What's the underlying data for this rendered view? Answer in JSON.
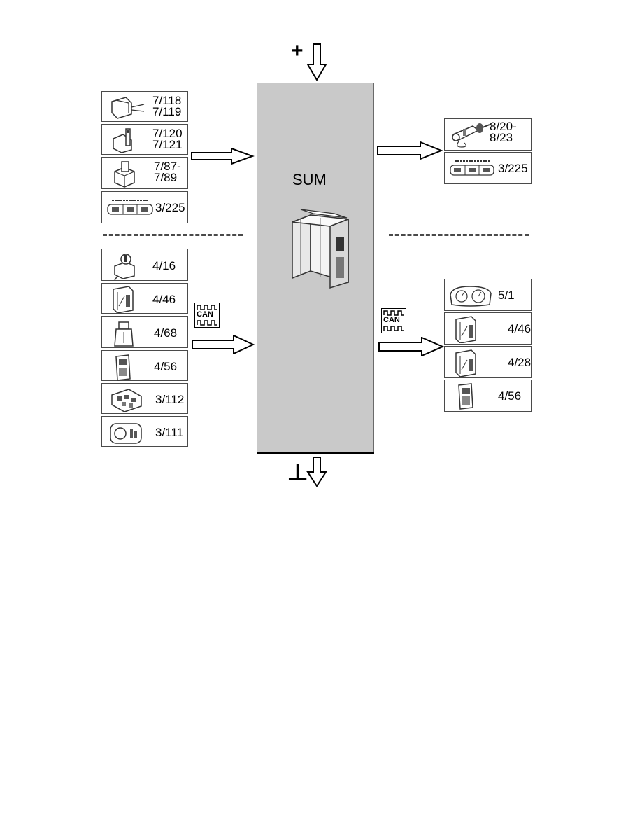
{
  "center": {
    "label": "SUM"
  },
  "power": {
    "plus_symbol": "+"
  },
  "ground": {
    "symbol": "⊥"
  },
  "bus": {
    "label": "CAN"
  },
  "left_upper_items": [
    {
      "label": "7/118\n7/119",
      "icon": "connector-plug-icon"
    },
    {
      "label": "7/120\n7/121",
      "icon": "bracket-switch-icon"
    },
    {
      "label": "7/87-\n7/89",
      "icon": "cube-switch-icon"
    },
    {
      "label": "3/225",
      "icon": "switch-panel-icon"
    }
  ],
  "left_lower_items": [
    {
      "label": "4/16",
      "icon": "ignition-switch-icon"
    },
    {
      "label": "4/46",
      "icon": "control-module-icon"
    },
    {
      "label": "4/68",
      "icon": "sensor-unit-icon"
    },
    {
      "label": "4/56",
      "icon": "keypad-module-icon"
    },
    {
      "label": "3/112",
      "icon": "control-panel-icon"
    },
    {
      "label": "3/111",
      "icon": "light-switch-icon"
    }
  ],
  "right_upper_items": [
    {
      "label": "8/20-\n8/23",
      "icon": "actuator-motor-icon"
    },
    {
      "label": "3/225",
      "icon": "switch-panel-icon"
    }
  ],
  "right_lower_items": [
    {
      "label": "5/1",
      "icon": "instrument-cluster-icon"
    },
    {
      "label": "4/46",
      "icon": "control-module-icon"
    },
    {
      "label": "4/28",
      "icon": "control-module-icon"
    },
    {
      "label": "4/56",
      "icon": "keypad-module-icon"
    }
  ]
}
